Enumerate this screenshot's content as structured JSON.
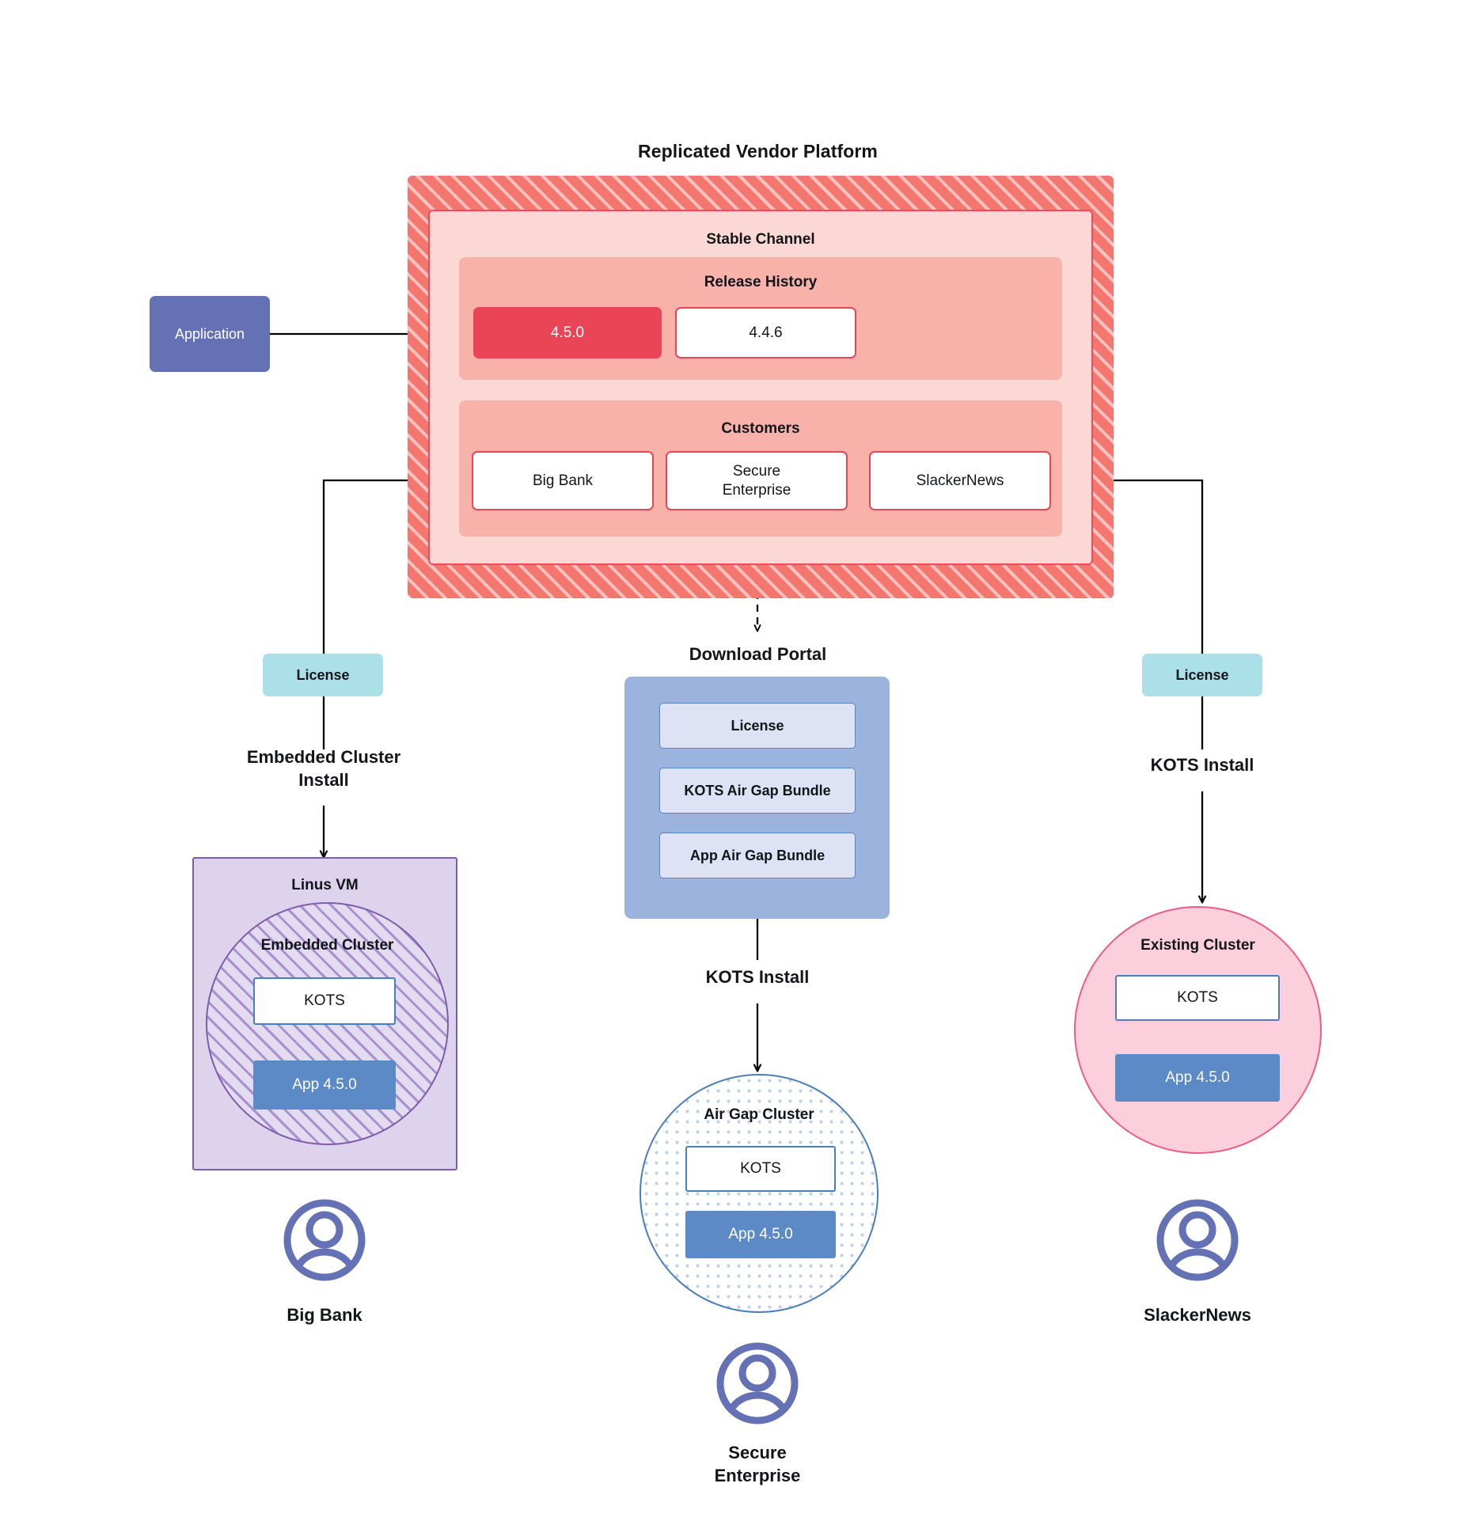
{
  "diagram": {
    "title": "Replicated Vendor Platform",
    "application": {
      "label": "Application"
    },
    "channel": {
      "title": "Stable Channel"
    },
    "release_history": {
      "title": "Release History",
      "releases": [
        {
          "version": "4.5.0",
          "state": "current"
        },
        {
          "version": "4.4.6",
          "state": "previous"
        }
      ]
    },
    "customers": {
      "title": "Customers",
      "items": [
        {
          "name": "Big Bank"
        },
        {
          "name": "Secure\nEnterprise"
        },
        {
          "name": "SlackerNews"
        }
      ]
    },
    "download_portal": {
      "title": "Download  Portal",
      "items": [
        {
          "label": "License"
        },
        {
          "label": "KOTS Air Gap Bundle"
        },
        {
          "label": "App Air Gap Bundle"
        }
      ]
    },
    "paths": {
      "left": {
        "license_label": "License",
        "install_label": "Embedded Cluster\nInstall",
        "host_label": "Linus VM",
        "cluster_label": "Embedded Cluster",
        "kots_label": "KOTS",
        "app_label": "App 4.5.0",
        "customer_label": "Big Bank"
      },
      "center": {
        "install_label": "KOTS Install",
        "cluster_label": "Air Gap Cluster",
        "kots_label": "KOTS",
        "app_label": "App 4.5.0",
        "customer_label": "Secure\nEnterprise"
      },
      "right": {
        "license_label": "License",
        "install_label": "KOTS Install",
        "cluster_label": "Existing Cluster",
        "kots_label": "KOTS",
        "app_label": "App 4.5.0",
        "customer_label": "SlackerNews"
      }
    },
    "colors": {
      "platform_stripe": "#f3776f",
      "channel_fill": "#fbd8d3",
      "section_fill": "#f8b2aa",
      "release_current": "#ea4457",
      "release_border": "#ea4457",
      "application_fill": "#6471b5",
      "license_fill": "#ace0e8",
      "portal_fill": "#9cb4dd",
      "portal_item_fill": "#dde3f4",
      "vm_fill": "#ddd3ec",
      "vm_border": "#7e5cab",
      "airgap_border": "#4a7ebb",
      "existing_fill": "#fbcfdb",
      "existing_border": "#ee5b87",
      "kots_border": "#4a7ebb",
      "app_fill": "#5b8ac6",
      "avatar": "#6471b5"
    }
  }
}
